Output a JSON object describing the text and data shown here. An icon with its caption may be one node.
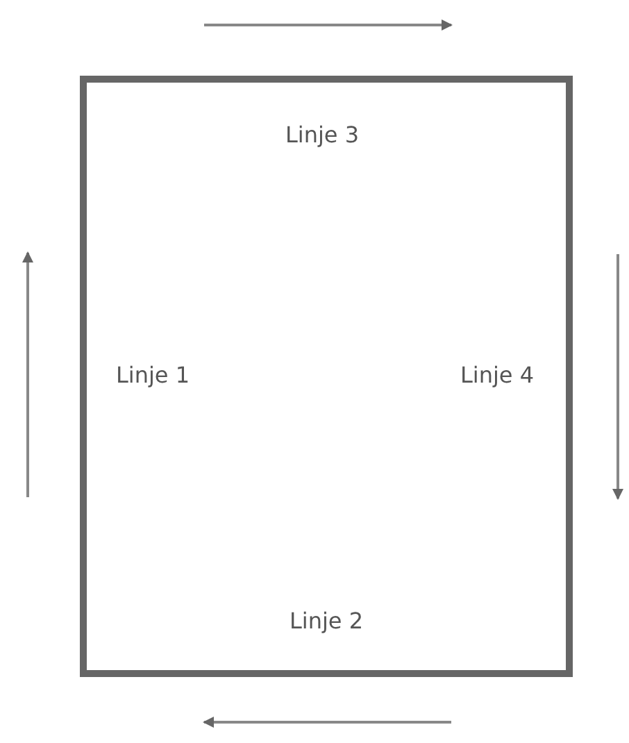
{
  "diagram": {
    "labels": [
      "Linje 3",
      "Linje 1",
      "Linje 4",
      "Linje 2"
    ]
  }
}
